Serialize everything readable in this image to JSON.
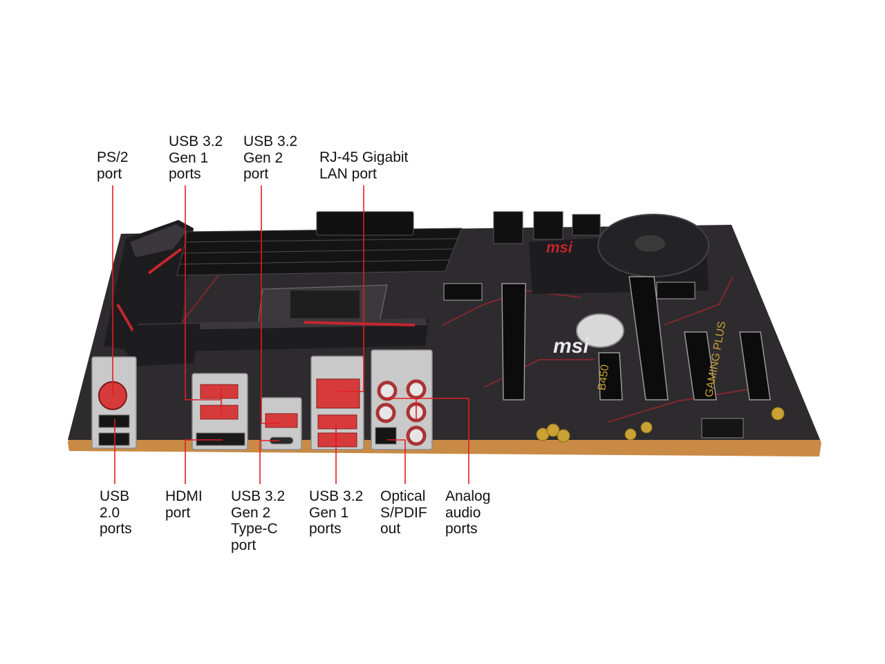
{
  "colors": {
    "leader_line": "#e31c23",
    "pcb": "#2d2b2e",
    "pcb_edge": "#c98a45",
    "heatsink": "#1d1c1e",
    "accent_red": "#c4262e",
    "io_silver": "#c9c9c9",
    "usb_red": "#d63a3a",
    "usb_blue_black": "#161616",
    "gold": "#c9a233"
  },
  "board_marking": {
    "logo": "msi",
    "chipset_text": "B450",
    "series_text": "GAMING PLUS"
  },
  "callouts": [
    {
      "id": "ps2",
      "lines": [
        "PS/2",
        "port"
      ]
    },
    {
      "id": "usb32-gen1-top",
      "lines": [
        "USB 3.2",
        "Gen 1",
        "ports"
      ]
    },
    {
      "id": "usb32-gen2-top",
      "lines": [
        "USB 3.2",
        "Gen 2",
        "port"
      ]
    },
    {
      "id": "rj45",
      "lines": [
        "RJ-45 Gigabit",
        "LAN port"
      ]
    },
    {
      "id": "usb20",
      "lines": [
        "USB",
        "2.0",
        "ports"
      ]
    },
    {
      "id": "hdmi",
      "lines": [
        "HDMI",
        "port"
      ]
    },
    {
      "id": "usb32-gen2-typec",
      "lines": [
        "USB 3.2",
        "Gen 2",
        "Type-C",
        "port"
      ]
    },
    {
      "id": "usb32-gen1-bottom",
      "lines": [
        "USB 3.2",
        "Gen 1",
        "ports"
      ]
    },
    {
      "id": "spdif",
      "lines": [
        "Optical",
        "S/PDIF",
        "out"
      ]
    },
    {
      "id": "audio",
      "lines": [
        "Analog",
        "audio",
        "ports"
      ]
    }
  ]
}
